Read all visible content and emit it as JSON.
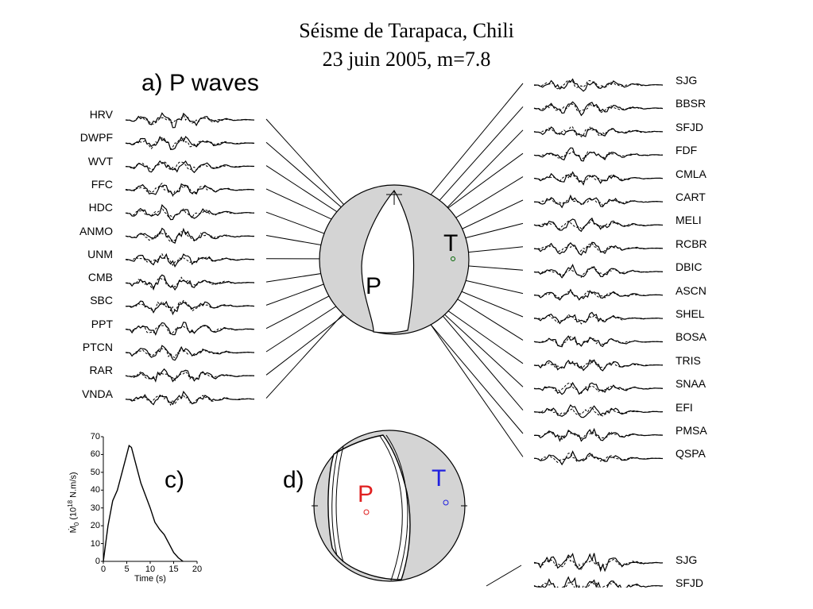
{
  "title": {
    "line1": "Séisme de Tarapaca, Chili",
    "line2": "23 juin 2005, m=7.8"
  },
  "panels": {
    "a": "a) P waves",
    "c": "c)",
    "d": "d)"
  },
  "stations_left": [
    "HRV",
    "DWPF",
    "WVT",
    "FFC",
    "HDC",
    "ANMO",
    "UNM",
    "CMB",
    "SBC",
    "PPT",
    "PTCN",
    "RAR",
    "VNDA"
  ],
  "stations_right": [
    "SJG",
    "BBSR",
    "SFJD",
    "FDF",
    "CMLA",
    "CART",
    "MELI",
    "RCBR",
    "DBIC",
    "ASCN",
    "SHEL",
    "BOSA",
    "TRIS",
    "SNAA",
    "EFI",
    "PMSA",
    "QSPA"
  ],
  "stations_bottom": [
    "SJG",
    "SFJD"
  ],
  "mechanism": {
    "p_label": "P",
    "t_label": "T",
    "fill_color": "#d4d4d4",
    "p_color": "#e02020",
    "t_color": "#2020e0"
  },
  "chart_data": {
    "type": "line",
    "title": "",
    "xlabel": "Time (s)",
    "ylabel": "Ṁ0 (10^18 N.m/s)",
    "ylabel_parts": {
      "main": "Ṁ",
      "sub": "0",
      "open": " (10",
      "sup": "18",
      "close": " N.m/s)"
    },
    "xlim": [
      0,
      20
    ],
    "ylim": [
      0,
      70
    ],
    "xticks": [
      0,
      5,
      10,
      15,
      20
    ],
    "yticks": [
      0,
      10,
      20,
      30,
      40,
      50,
      60,
      70
    ],
    "series": [
      {
        "x": [
          0,
          1,
          2,
          3,
          4,
          5,
          5.5,
          6,
          7,
          8,
          9,
          10,
          11,
          12,
          13,
          14,
          15,
          16,
          17
        ],
        "y": [
          0,
          20,
          34,
          40,
          50,
          60,
          65,
          64,
          54,
          44,
          37,
          30,
          22,
          18,
          15,
          10,
          5,
          2,
          0
        ]
      }
    ]
  }
}
